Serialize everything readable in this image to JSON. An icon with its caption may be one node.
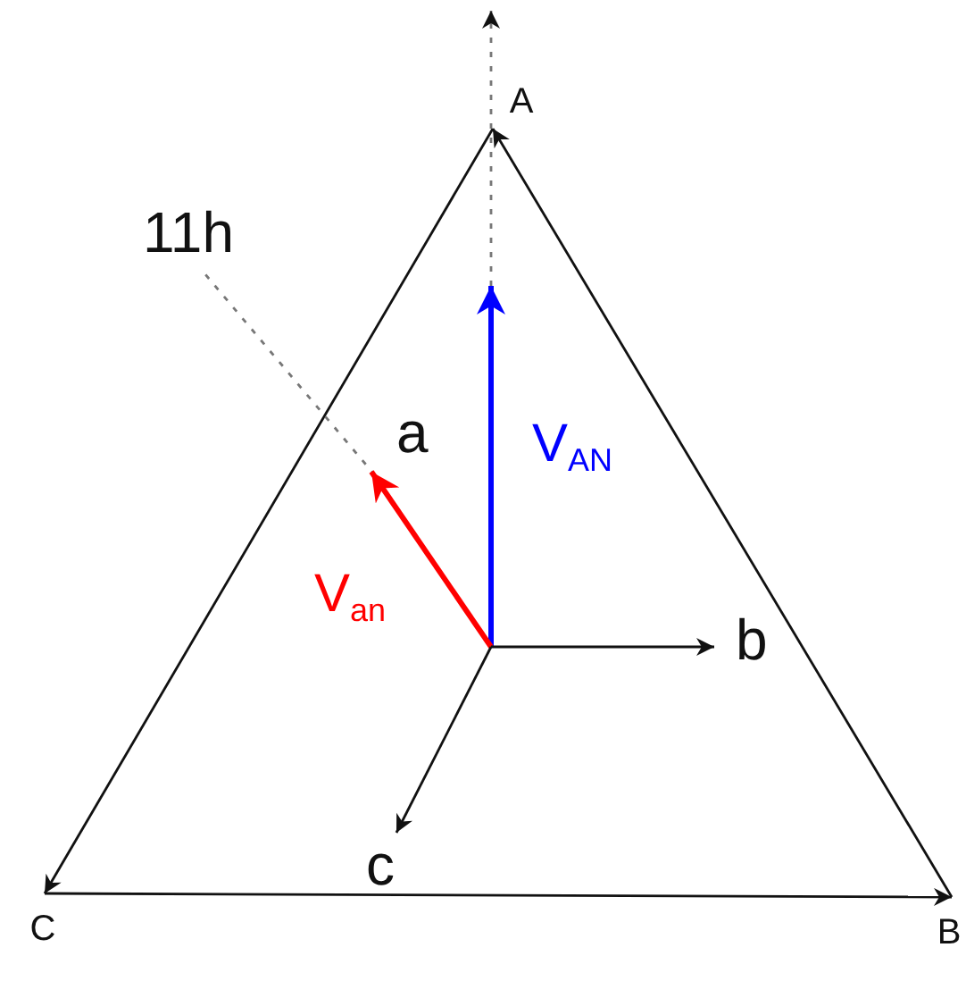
{
  "diagram": {
    "nodes": [
      {
        "text": [
          "A"
        ]
      },
      {
        "text": [
          "C"
        ]
      },
      {
        "text": [
          "B"
        ]
      }
    ],
    "edges": [
      {
        "from": 0,
        "to": 1,
        "arrow": "to"
      },
      {
        "from": 1,
        "to": 2,
        "arrow": "to"
      },
      {
        "from": 2,
        "to": 0,
        "arrow": "to"
      }
    ],
    "labels": [
      "11h",
      "a",
      "V$_{AN}$",
      "V$_{an}$",
      "b",
      "c"
    ]
  }
}
